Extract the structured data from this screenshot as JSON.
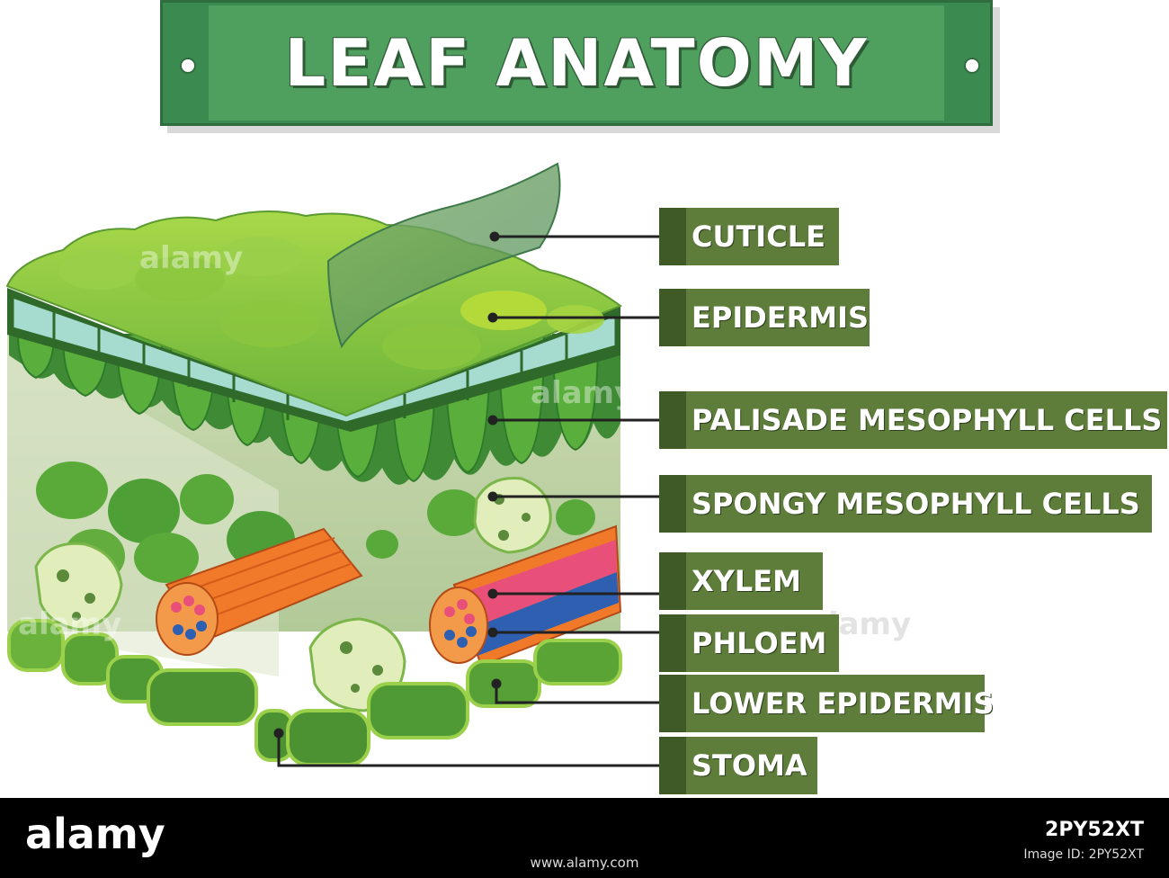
{
  "title": "LEAF ANATOMY",
  "labels": [
    {
      "id": "cuticle",
      "text": "CUTICLE"
    },
    {
      "id": "epidermis",
      "text": "EPIDERMIS"
    },
    {
      "id": "palisade",
      "text": "PALISADE MESOPHYLL CELLS"
    },
    {
      "id": "spongy",
      "text": "SPONGY MESOPHYLL CELLS"
    },
    {
      "id": "xylem",
      "text": "XYLEM"
    },
    {
      "id": "phloem",
      "text": "PHLOEM"
    },
    {
      "id": "lower-epidermis",
      "text": "LOWER EPIDERMIS"
    },
    {
      "id": "stoma",
      "text": "STOMA"
    }
  ],
  "watermark": {
    "brand": "alamy",
    "image_id_label": "Image ID: 2PY52XT",
    "url": "www.alamy.com",
    "code": "2PY52XT"
  },
  "colors": {
    "banner": "#3b8a50",
    "label_bg": "#5f7d3a",
    "leaf_light": "#8cc63f",
    "leaf_mid": "#5aaa3a",
    "leaf_dark": "#3c8a32",
    "xylem": "#e8507a",
    "phloem": "#2f5fb0",
    "xylem_outer": "#f07a2a"
  }
}
